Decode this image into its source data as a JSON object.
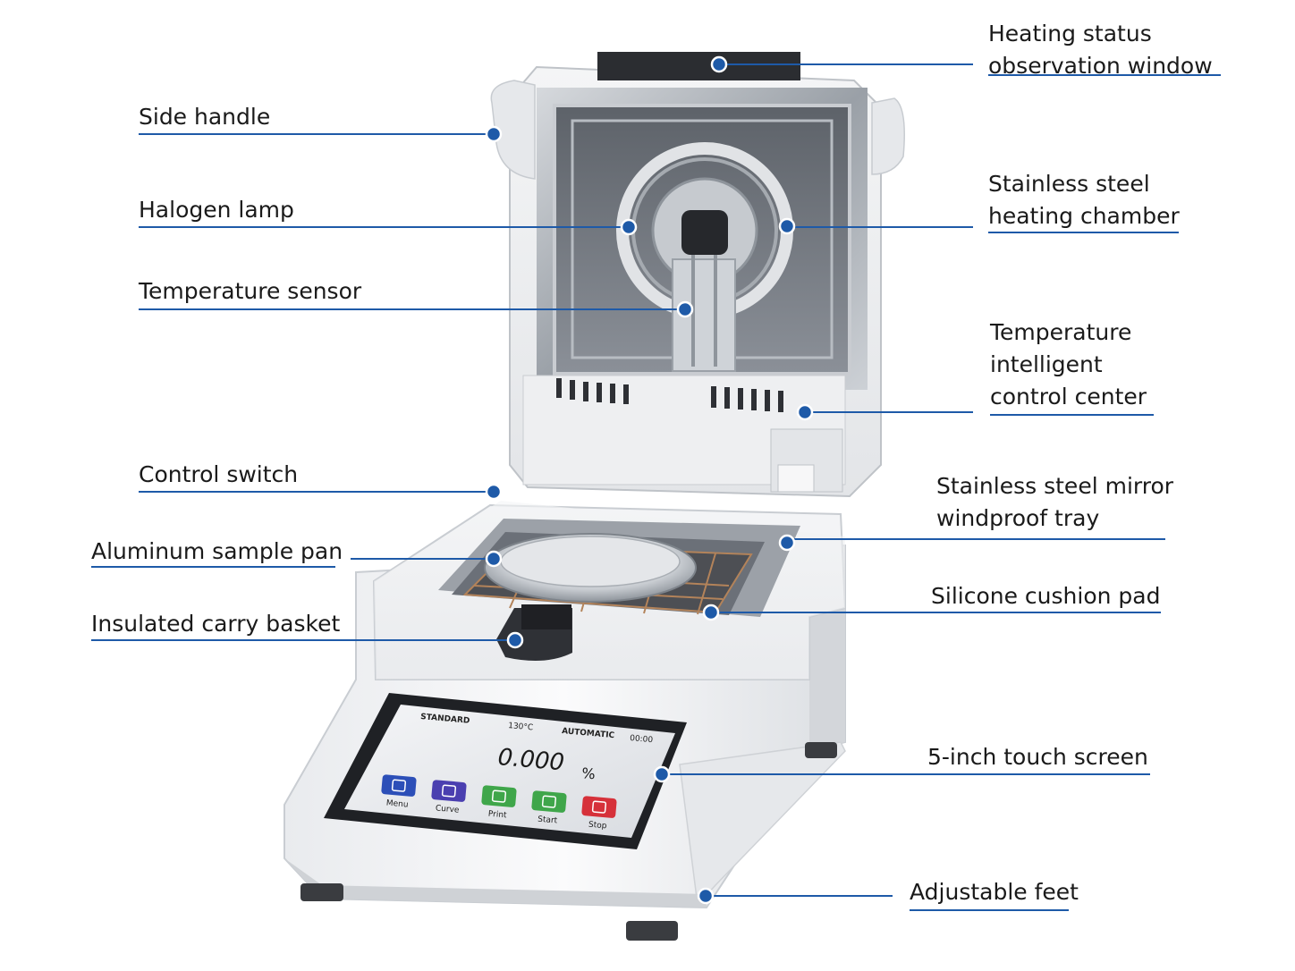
{
  "diagram": {
    "accent_color": "#1e5aa8",
    "labels": {
      "heating_window": [
        "Heating status",
        "observation window"
      ],
      "side_handle": [
        "Side handle"
      ],
      "halogen_lamp": [
        "Halogen lamp"
      ],
      "heating_chamber": [
        "Stainless steel",
        "heating chamber"
      ],
      "temperature_sensor": [
        "Temperature sensor"
      ],
      "control_center": [
        "Temperature",
        "intelligent",
        "control center"
      ],
      "control_switch": [
        "Control switch"
      ],
      "windproof_tray": [
        "Stainless steel mirror",
        "windproof tray"
      ],
      "sample_pan": [
        "Aluminum sample pan"
      ],
      "cushion_pad": [
        "Silicone cushion pad"
      ],
      "carry_basket": [
        "Insulated carry basket"
      ],
      "touch_screen": [
        "5-inch touch screen"
      ],
      "adjustable_feet": [
        "Adjustable feet"
      ]
    }
  },
  "device_screen": {
    "mode": "STANDARD",
    "temperature": "130°C",
    "status": "AUTOMATIC",
    "time": "00:00",
    "reading": "0.000",
    "unit": "%",
    "buttons": [
      {
        "label": "Menu",
        "color": "#2c4fb8",
        "icon": "menu-icon"
      },
      {
        "label": "Curve",
        "color": "#4a3fb0",
        "icon": "curve-icon"
      },
      {
        "label": "Print",
        "color": "#3fa64a",
        "icon": "print-icon"
      },
      {
        "label": "Start",
        "color": "#3fa64a",
        "icon": "play-icon"
      },
      {
        "label": "Stop",
        "color": "#d6313a",
        "icon": "stop-icon"
      }
    ]
  }
}
